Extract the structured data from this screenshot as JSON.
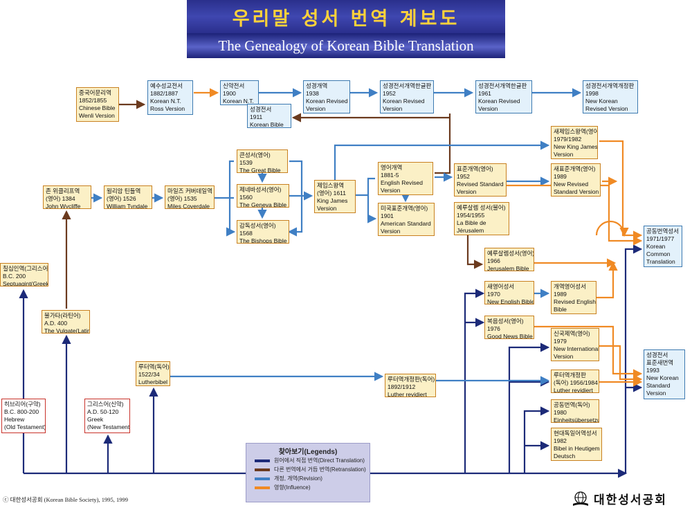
{
  "title_ko": "우리말 성서 번역 계보도",
  "title_en": "The Genealogy of Korean Bible Translation",
  "nodes": [
    {
      "id": "chinese",
      "lines": [
        "중국어문리역",
        "1852/1855",
        "Chinese Bible",
        "Wenli Version"
      ],
      "style": "orange"
    },
    {
      "id": "ross",
      "lines": [
        "예수성교전서",
        "1882/1887",
        "Korean N.T.",
        "Ross Version"
      ],
      "style": "blue"
    },
    {
      "id": "nt1900",
      "lines": [
        "신약전서",
        "1900",
        "Korean N.T."
      ],
      "style": "blue"
    },
    {
      "id": "kb1911",
      "lines": [
        "성경전서",
        "1911",
        "Korean Bible"
      ],
      "style": "blue"
    },
    {
      "id": "krv1938",
      "lines": [
        "성경개역",
        "1938",
        "Korean Revised",
        "Version"
      ],
      "style": "blue"
    },
    {
      "id": "krv1952",
      "lines": [
        "성경전서개역한글판",
        "1952",
        "Korean Revised",
        "Version"
      ],
      "style": "blue"
    },
    {
      "id": "krv1961",
      "lines": [
        "성경전서개역한글판",
        "1961",
        "Korean Revised",
        "Version"
      ],
      "style": "blue"
    },
    {
      "id": "nkrv1998",
      "lines": [
        "성경전서개역개정판",
        "1998",
        "New Korean",
        "Revised Version"
      ],
      "style": "blue"
    },
    {
      "id": "sept",
      "lines": [
        "칠십인역(그리스어)",
        "B.C. 200",
        "Septuagint(Greek)"
      ],
      "style": "orange"
    },
    {
      "id": "wycliffe",
      "lines": [
        "존 위클리프역",
        "(영어) 1384",
        "John Wycliffe"
      ],
      "style": "orange"
    },
    {
      "id": "vulgate",
      "lines": [
        "불가타(라틴어)",
        "A.D. 400",
        "The Vulgate(Latin)"
      ],
      "style": "orange"
    },
    {
      "id": "tyndale",
      "lines": [
        "윌리암 틴들역",
        "(영어) 1526",
        "William Tyndale"
      ],
      "style": "orange"
    },
    {
      "id": "coverdale",
      "lines": [
        "마일즈 커버데일역",
        "(영어) 1535",
        "Miles Coverdale"
      ],
      "style": "orange"
    },
    {
      "id": "great",
      "lines": [
        "큰성서(영어)",
        "1539",
        "The Great Bible"
      ],
      "style": "orange"
    },
    {
      "id": "geneva",
      "lines": [
        "제네바성서(영어)",
        "1560",
        "The Geneva Bible"
      ],
      "style": "orange"
    },
    {
      "id": "bishops",
      "lines": [
        "감독성서(영어)",
        "1568",
        "The Bishops Bible"
      ],
      "style": "orange"
    },
    {
      "id": "kjv",
      "lines": [
        "제임스왕역",
        "(영어) 1611",
        "King James",
        "Version"
      ],
      "style": "orange"
    },
    {
      "id": "erv",
      "lines": [
        "영어개역",
        "1881-5",
        "English Revised",
        "Version"
      ],
      "style": "orange"
    },
    {
      "id": "asv",
      "lines": [
        "미국표준개역(영어)",
        "1901",
        "American Standard",
        "Version"
      ],
      "style": "orange"
    },
    {
      "id": "rsv",
      "lines": [
        "표준개역(영어)",
        "1952",
        "Revised Standard",
        "Version"
      ],
      "style": "orange"
    },
    {
      "id": "bj",
      "lines": [
        "예루살렘 성서(불어)",
        "1954/1955",
        "La Bible de",
        "Jérusalem"
      ],
      "style": "orange"
    },
    {
      "id": "nkjv",
      "lines": [
        "새제임스왕역(영어)",
        "1979/1982",
        "New King James",
        "Version"
      ],
      "style": "orange"
    },
    {
      "id": "nrsv",
      "lines": [
        "새표준개역(영어)",
        "1989",
        "New Revised",
        "Standard Version"
      ],
      "style": "orange"
    },
    {
      "id": "jb",
      "lines": [
        "예루살렘성서(영어)",
        "1966",
        "Jerusalem Bible"
      ],
      "style": "orange"
    },
    {
      "id": "neb",
      "lines": [
        "새영어성서",
        "1970",
        "New English Bible"
      ],
      "style": "orange"
    },
    {
      "id": "reb",
      "lines": [
        "개역영어성서",
        "1989",
        "Revised English",
        "Bible"
      ],
      "style": "orange"
    },
    {
      "id": "gnb",
      "lines": [
        "복음성서(영어)",
        "1976",
        "Good News Bible"
      ],
      "style": "orange"
    },
    {
      "id": "niv",
      "lines": [
        "신국제역(영어)",
        "1979",
        "New International",
        "Version"
      ],
      "style": "orange"
    },
    {
      "id": "luther84",
      "lines": [
        "루터역개정판",
        "(독어) 1956/1984",
        "Luther revidiert"
      ],
      "style": "orange"
    },
    {
      "id": "einheit",
      "lines": [
        "공동번역(독어)",
        "1980",
        "Einheitsübersetzung"
      ],
      "style": "orange"
    },
    {
      "id": "heutigem",
      "lines": [
        "현대독일어역성서",
        "1982",
        "Bibel in Heutigem",
        "Deutsch"
      ],
      "style": "orange"
    },
    {
      "id": "kcommon",
      "lines": [
        "공동번역성서",
        "1971/1977",
        "Korean",
        "Common",
        "Translation"
      ],
      "style": "blue"
    },
    {
      "id": "knsv",
      "lines": [
        "성경전서",
        "표준새번역",
        "1993",
        "New Korean",
        "Standard",
        "Version"
      ],
      "style": "blue"
    },
    {
      "id": "luther1534",
      "lines": [
        "루터역(독어)",
        "1522/34",
        "Lutherbibel"
      ],
      "style": "orange"
    },
    {
      "id": "luther1912",
      "lines": [
        "루터역개정판(독어)",
        "1892/1912",
        "Luther revidiert"
      ],
      "style": "orange"
    },
    {
      "id": "hebrew",
      "lines": [
        "히브리어(구약)",
        "B.C. 800-200",
        "Hebrew",
        "(Old Testament)"
      ],
      "style": "red"
    },
    {
      "id": "greek",
      "lines": [
        "그리스어(신약)",
        "A.D. 50-120",
        "Greek",
        "(New Testament)"
      ],
      "style": "red"
    }
  ],
  "legend": {
    "title": "찾아보기(Legends)",
    "items": [
      {
        "label": "원어에서 직접 번역(Direct Translation)",
        "color": "#1c2a78"
      },
      {
        "label": "다른 번역에서 거듭 번역(Retranslation)",
        "color": "#6b3a1e"
      },
      {
        "label": "개정, 개역(Revision)",
        "color": "#3f7fc4"
      },
      {
        "label": "영향(Influence)",
        "color": "#f08a24"
      }
    ]
  },
  "copyright": "ⓒ 대한성서공회 (Korean Bible Society), 1995, 1999",
  "logo_text": "대한성서공회",
  "colors": {
    "direct": "#1c2a78",
    "retrans": "#6b3a1e",
    "revision": "#3f7fc4",
    "influence": "#f08a24"
  }
}
